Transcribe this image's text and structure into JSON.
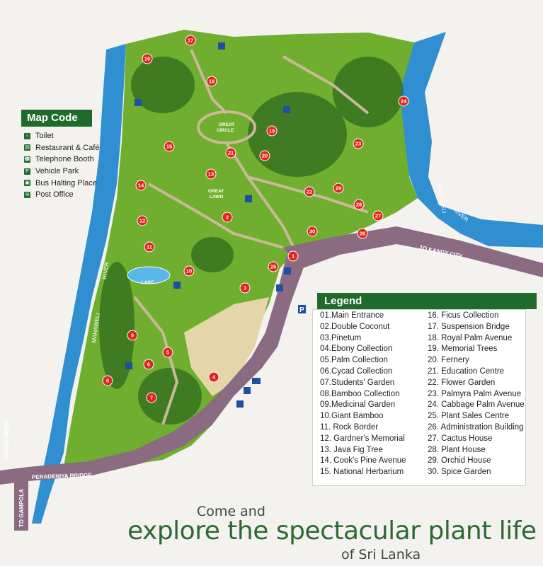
{
  "map_code": {
    "title": "Map Code",
    "items": [
      {
        "label": "Toilet",
        "icon": "toilet-icon",
        "glyph": "♀"
      },
      {
        "label": "Restaurant & Café",
        "icon": "restaurant-icon",
        "glyph": "▤"
      },
      {
        "label": "Telephone Booth",
        "icon": "telephone-icon",
        "glyph": "☎"
      },
      {
        "label": "Vehicle Park",
        "icon": "parking-icon",
        "glyph": "P"
      },
      {
        "label": "Bus Halting Place",
        "icon": "bus-icon",
        "glyph": "▣"
      },
      {
        "label": "Post Office",
        "icon": "post-office-icon",
        "glyph": "✉"
      }
    ]
  },
  "legend": {
    "title": "Legend",
    "col1": [
      "01.Main Entrance",
      "02.Double Coconut",
      "03.Pinetum",
      "04.Ebony Collection",
      "05.Palm Collection",
      "06.Cycad Collection",
      "07.Students' Garden",
      "08.Bamboo Collection",
      "09.Medicinal Garden",
      "10.Giant Bamboo",
      "11. Rock Border",
      "12. Gardner's Memorial",
      "13. Java Fig Tree",
      "14. Cook's Pine Avenue",
      "15. National Herbarium"
    ],
    "col2": [
      "16. Ficus Collection",
      "17. Suspension Bridge",
      "18. Royal Palm Avenue",
      "19. Memorial Trees",
      "20. Fernery",
      "21. Education Centre",
      "22. Flower Garden",
      "23. Palmyra Palm Avenue",
      "24. Cabbage Palm Avenue",
      "25. Plant Sales Centre",
      "26. Administration Building",
      "27. Cactus House",
      "28. Plant House",
      "29. Orchid House",
      "30. Spice Garden"
    ]
  },
  "labels": {
    "great_circle_1": "GREAT",
    "great_circle_2": "CIRCLE",
    "great_lawn_1": "GREAT",
    "great_lawn_2": "LAWN",
    "lake": "LAKE",
    "river_left": "MAHAWELI",
    "river_left_2": "RIVER",
    "river_right": "MAHAWELI",
    "river_right_2": "RIVER",
    "road_kandy": "TO KANDY CITY",
    "road_peradeniya": "PERADENIYA BRIDGE",
    "road_colombo": "TO COLOMBO",
    "road_gampola": "TO GAMPOLA"
  },
  "markers": [
    "1",
    "2",
    "3",
    "4",
    "5",
    "6",
    "7",
    "8",
    "9",
    "10",
    "11",
    "12",
    "13",
    "14",
    "15",
    "16",
    "17",
    "18",
    "19",
    "20",
    "21",
    "22",
    "23",
    "24",
    "25",
    "26",
    "27",
    "28",
    "29",
    "30"
  ],
  "tagline": {
    "line1": "Come and",
    "line2": "explore the spectacular plant life",
    "line3": "of Sri Lanka"
  },
  "colors": {
    "river": "#2f8fd0",
    "garden": "#6fae2e",
    "road": "#8a6b82",
    "legend_header": "#1f6b2c",
    "marker": "#e1251b"
  }
}
